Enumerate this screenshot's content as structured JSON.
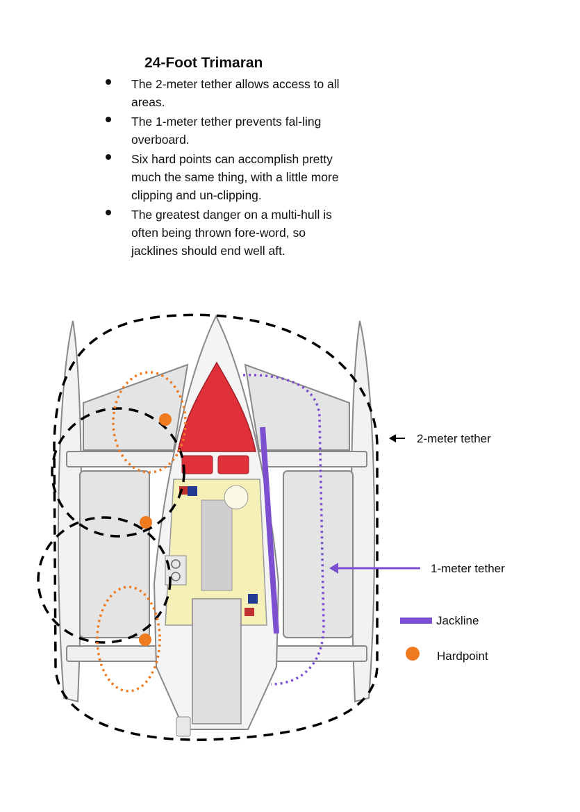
{
  "title": "24-Foot Trimaran",
  "bullets": [
    "The 2-meter tether allows access to all areas.",
    "The 1-meter tether prevents fal-ling overboard.",
    "Six hard points can accomplish pretty much the same thing, with a little more clipping and un-clipping.",
    "The greatest danger on a multi-hull is often being thrown fore-word, so jacklines should   end well  aft."
  ],
  "labels": {
    "two_meter": "2-meter tether",
    "one_meter": "1-meter tether",
    "jackline": "Jackline",
    "hardpoint": "Hardpoint"
  },
  "colors": {
    "tether_2m": "#000000",
    "tether_1m": "#7b4fd0",
    "jackline": "#7b4fd0",
    "hardpoint": "#f07a20",
    "bow": "#e0303a",
    "deck": "#f4f0b8",
    "hull": "#dcdcdc"
  }
}
